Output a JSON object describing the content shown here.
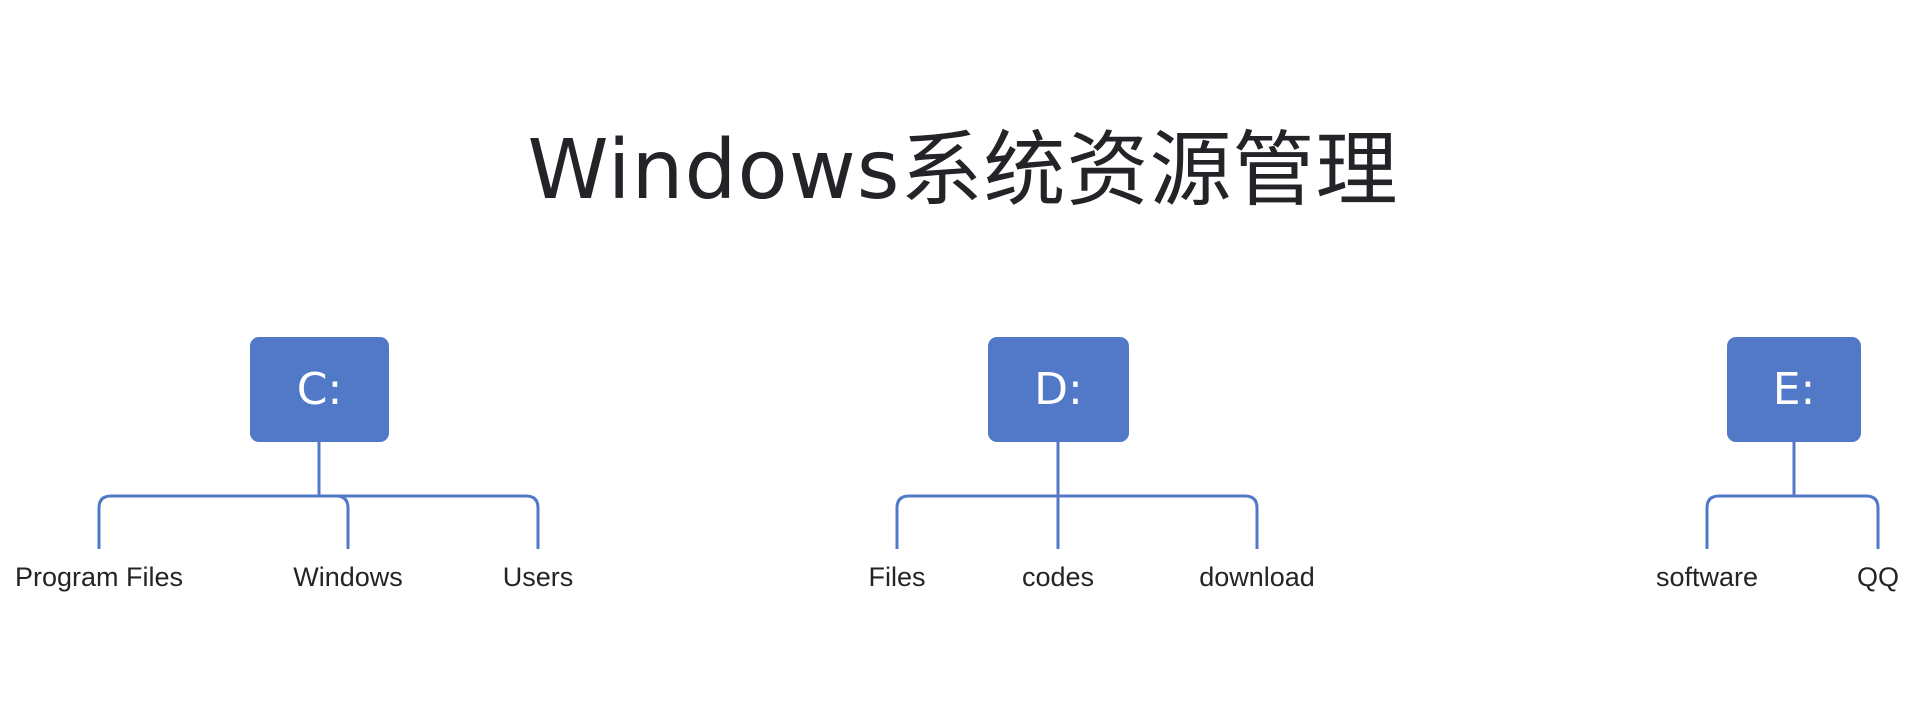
{
  "title": "Windows系统资源管理",
  "accent_color": "#5279c8",
  "drives": [
    {
      "label": "C:",
      "children": [
        "Program Files",
        "Windows",
        "Users"
      ]
    },
    {
      "label": "D:",
      "children": [
        "Files",
        "codes",
        "download"
      ]
    },
    {
      "label": "E:",
      "children": [
        "software",
        "QQ"
      ]
    }
  ]
}
